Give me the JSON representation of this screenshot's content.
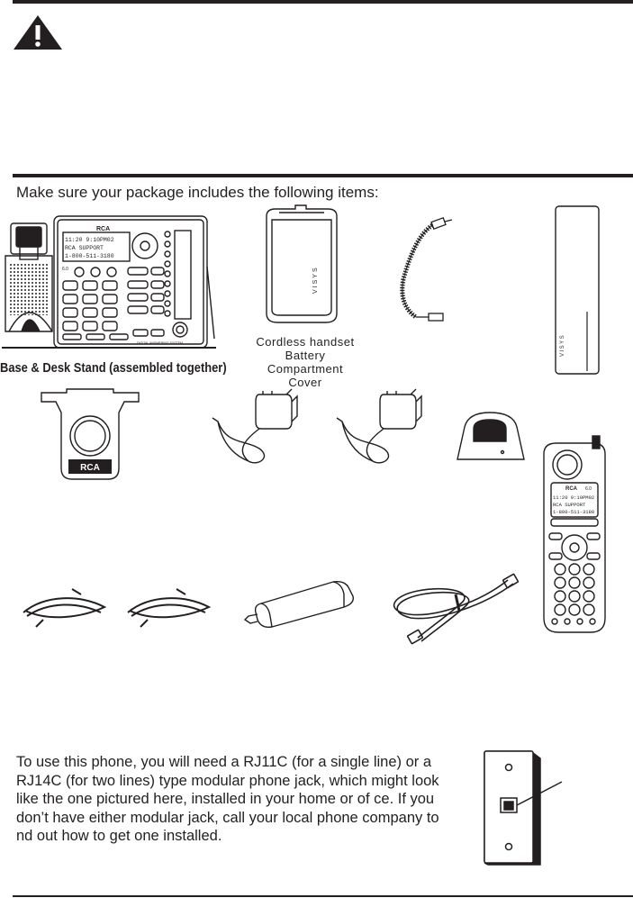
{
  "page": {
    "intro": "Make sure your package includes the following items:",
    "captions": {
      "base": "Base & Desk Stand (assembled together)",
      "cover_lines": [
        "Cordless handset",
        "Battery",
        "Compartment",
        "Cover"
      ]
    },
    "jack_paragraph_lines": [
      "To use this phone, you will need a RJ11C (for a single line) or a",
      "RJ14C (for two lines) type modular phone jack, which might look",
      "like the one pictured here, installed in your home or of  ce. If you",
      "don’t have either modular jack, call your local phone company to",
      "  nd out how to get one installed."
    ]
  },
  "device_labels": {
    "brand": "RCA",
    "series": "VISYS",
    "display_line_1": "11:20 9:10PM02",
    "display_line_2": "RCA SUPPORT",
    "display_line_3": "1-800-511-3180",
    "handset_line_1": "11:20  9:10PM02",
    "handset_line_2": "RCA SUPPORT",
    "handset_line_3": "1-800-511-3180",
    "system_name": "DIGITAL ANSWERING SYSTEM",
    "version": "6.0"
  },
  "icons": {
    "warning": "warning-triangle-icon"
  },
  "colors": {
    "ink": "#231f20",
    "paper": "#ffffff"
  }
}
